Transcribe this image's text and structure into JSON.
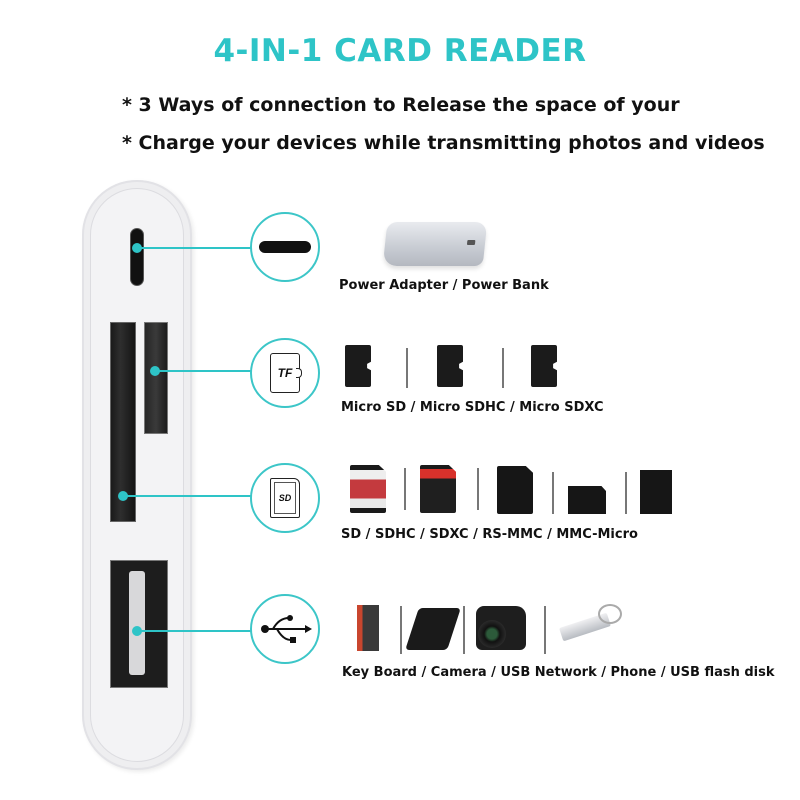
{
  "header": {
    "title": "4-IN-1 CARD READER",
    "bullets": [
      "* 3 Ways of connection to Release the space of your",
      "* Charge your devices while transmitting photos and videos"
    ]
  },
  "colors": {
    "accent": "#2ec4c7",
    "device_body": "#eeeef0",
    "text": "#111111"
  },
  "device": {
    "ports": [
      "lightning-port",
      "sd-slot",
      "tf-slot",
      "usb-port"
    ]
  },
  "sections": [
    {
      "icon": "lightning-port-icon",
      "images": [
        "power-bank"
      ],
      "caption": "Power Adapter / Power Bank"
    },
    {
      "icon": "tf-card-icon",
      "icon_label": "TF",
      "images": [
        "micro-sd-card",
        "micro-sdhc-card",
        "micro-sdxc-card"
      ],
      "caption": "Micro SD / Micro SDHC / Micro SDXC"
    },
    {
      "icon": "sd-card-icon",
      "icon_label": "SD",
      "images": [
        "sd-card",
        "sdhc-card",
        "sdxc-card",
        "rs-mmc-card",
        "mmc-micro-card"
      ],
      "caption": "SD / SDHC / SDXC / RS-MMC / MMC-Micro"
    },
    {
      "icon": "usb-icon",
      "images": [
        "keyboard",
        "usb-network-adapter",
        "camera",
        "usb-flash-disk"
      ],
      "caption": "Key Board / Camera / USB Network / Phone /  USB flash disk"
    }
  ]
}
